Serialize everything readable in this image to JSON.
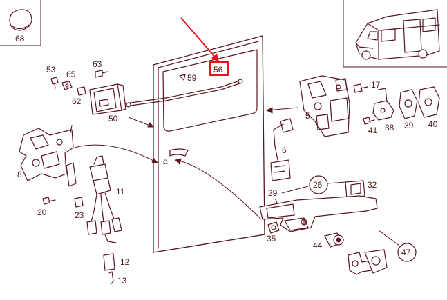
{
  "diagram": {
    "labels": {
      "p5": "5",
      "p6": "6",
      "p8": "8",
      "p11": "11",
      "p12": "12",
      "p13": "13",
      "p17": "17",
      "p20": "20",
      "p23": "23",
      "p26": "26",
      "p29": "29",
      "p32": "32",
      "p35": "35",
      "p38": "38",
      "p39": "39",
      "p40": "40",
      "p41": "41",
      "p44": "44",
      "p47": "47",
      "p50": "50",
      "p53": "53",
      "p56": "56",
      "p59": "59",
      "p62": "62",
      "p63": "63",
      "p65": "65",
      "p68": "68"
    },
    "highlight": {
      "part": "56",
      "color": "#e8141c"
    },
    "line_color": "#5a1620"
  }
}
